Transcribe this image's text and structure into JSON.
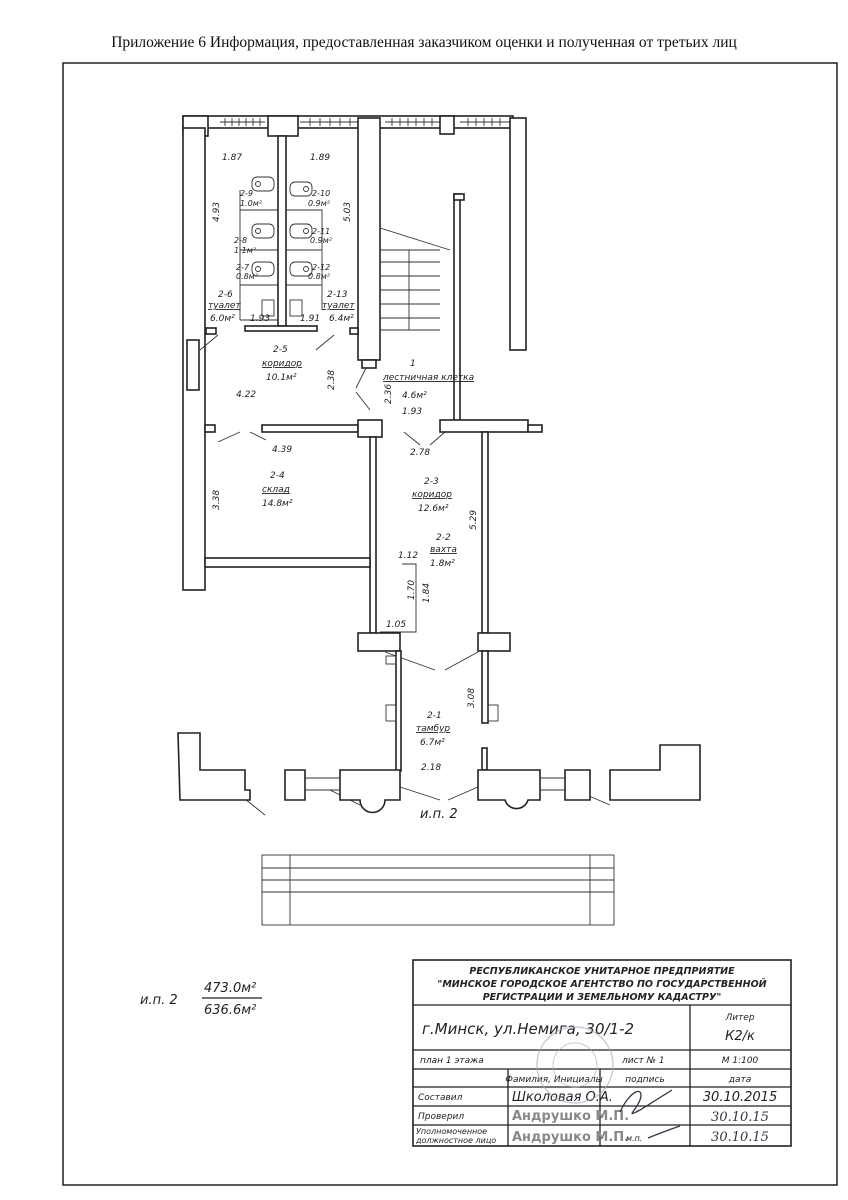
{
  "header": "Приложение 6 Информация, предоставленная заказчиком оценки и полученная от третьих лиц",
  "plan": {
    "rooms": [
      {
        "num": "2-6",
        "name": "туалет",
        "area": "6.0м²"
      },
      {
        "num": "2-13",
        "name": "туалет",
        "area": "6.4м²"
      },
      {
        "num": "2-5",
        "name": "коридор",
        "area": "10.1м²"
      },
      {
        "num": "1",
        "name": "лестничная клетка",
        "area": "4.6м²"
      },
      {
        "num": "2-4",
        "name": "склад",
        "area": "14.8м²"
      },
      {
        "num": "2-3",
        "name": "коридор",
        "area": "12.6м²"
      },
      {
        "num": "2-2",
        "name": "вахта",
        "area": "1.8м²"
      },
      {
        "num": "2-1",
        "name": "тамбур",
        "area": "6.7м²"
      }
    ],
    "cabins": [
      {
        "num": "2-9",
        "area": "1.0м²"
      },
      {
        "num": "2-8",
        "area": "1.1м²"
      },
      {
        "num": "2-7",
        "area": "0.8м²"
      },
      {
        "num": "2-10",
        "area": "0.9м²"
      },
      {
        "num": "2-11",
        "area": "0.9м²"
      },
      {
        "num": "2-12",
        "area": "0.8м²"
      }
    ],
    "dimensions": [
      "1.87",
      "1.89",
      "4.93",
      "5.03",
      "1.93",
      "1.91",
      "4.22",
      "2.38",
      "2.36",
      "1.93",
      "4.39",
      "2.78",
      "3.38",
      "1.12",
      "1.70",
      "1.84",
      "5.29",
      "1.05",
      "3.08",
      "2.18"
    ],
    "entrance": "и.п. 2",
    "summary": {
      "label": "и.п. 2",
      "top": "473.0м²",
      "bottom": "636.6м²"
    }
  },
  "title_block": {
    "org_line1": "РЕСПУБЛИКАНСКОЕ УНИТАРНОЕ ПРЕДПРИЯТИЕ",
    "org_line2": "\"МИНСКОЕ ГОРОДСКОЕ АГЕНТСТВО ПО ГОСУДАРСТВЕННОЙ",
    "org_line3": "РЕГИСТРАЦИИ И ЗЕМЕЛЬНОМУ КАДАСТРУ\"",
    "address": "г.Минск, ул.Немига, 30/1-2",
    "liter_label": "Литер",
    "liter_value": "К2/к",
    "plan_label": "план 1 этажа",
    "sheet": "лист № 1",
    "scale": "М 1:100",
    "col_name": "Фамилия, Инициалы",
    "col_sign": "подпись",
    "col_date": "дата",
    "rows": [
      {
        "role": "Составил",
        "name": "Школовая О.А.",
        "date": "30.10.2015"
      },
      {
        "role": "Проверил",
        "name": "Андрушко М.П.",
        "date": "30.10.15"
      },
      {
        "role_1": "Уполномоченное",
        "role_2": "должностное лицо",
        "name": "Андрушко М.П.",
        "mp": "м.п.",
        "date": "30.10.15"
      }
    ]
  }
}
